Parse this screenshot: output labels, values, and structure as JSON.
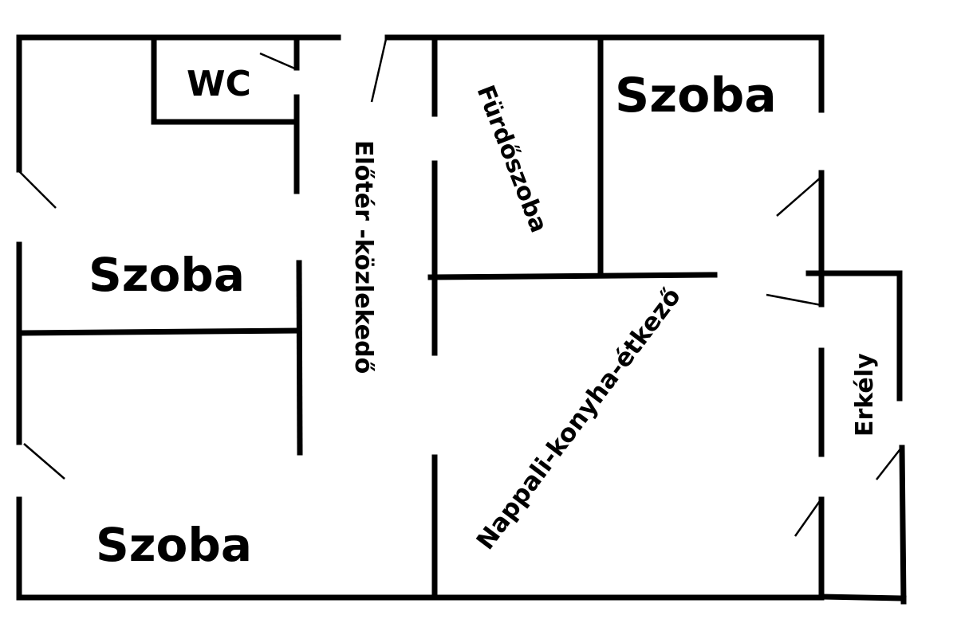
{
  "plan": {
    "rooms": {
      "wc": "WC",
      "room_top_right": "Szoba",
      "bathroom": "Fürdőszoba",
      "hallway": "Előtér -közlekedő",
      "room_left_middle": "Szoba",
      "room_bottom_left": "Szoba",
      "living_kitchen_dining": "Nappali-konyha-étkező",
      "balcony": "Erkély"
    },
    "colors": {
      "wall": "#000000",
      "background": "#ffffff"
    }
  }
}
